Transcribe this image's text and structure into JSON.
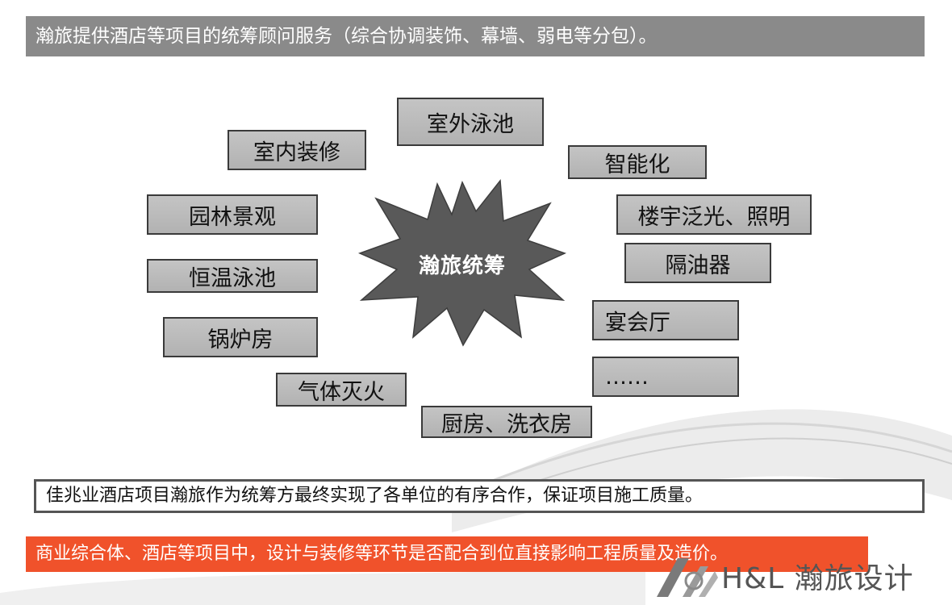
{
  "header": {
    "text": "瀚旅提供酒店等项目的统筹顾问服务（综合协调装饰、幕墙、弱电等分包）。"
  },
  "center": {
    "label": "瀚旅统筹"
  },
  "nodes": {
    "outdoor_pool": "室外泳池",
    "interior_decoration": "室内装修",
    "smart": "智能化",
    "landscape": "园林景观",
    "facade_lighting": "楼宇泛光、照明",
    "heated_pool": "恒温泳池",
    "grease_separator": "隔油器",
    "banquet_hall": "宴会厅",
    "boiler_room": "锅炉房",
    "ellipsis": "……",
    "gas_fire_suppression": "气体灭火",
    "kitchen_laundry": "厨房、洗衣房"
  },
  "statement": {
    "text": "佳兆业酒店项目瀚旅作为统筹方最终实现了各单位的有序合作，保证项目施工质量。"
  },
  "banner": {
    "text": "商业综合体、酒店等项目中，设计与装修等环节是否配合到位直接影响工程质量及造价。"
  },
  "logo": {
    "text": "H&L 瀚旅设计",
    "icon": "hl-logo-icon"
  },
  "colors": {
    "header_bg": "#8a8a8a",
    "node_bg": "#bcbcbc",
    "node_border": "#3a3a3a",
    "star_fill": "#595959",
    "banner_bg": "#f0522b",
    "statement_border": "#555555"
  }
}
